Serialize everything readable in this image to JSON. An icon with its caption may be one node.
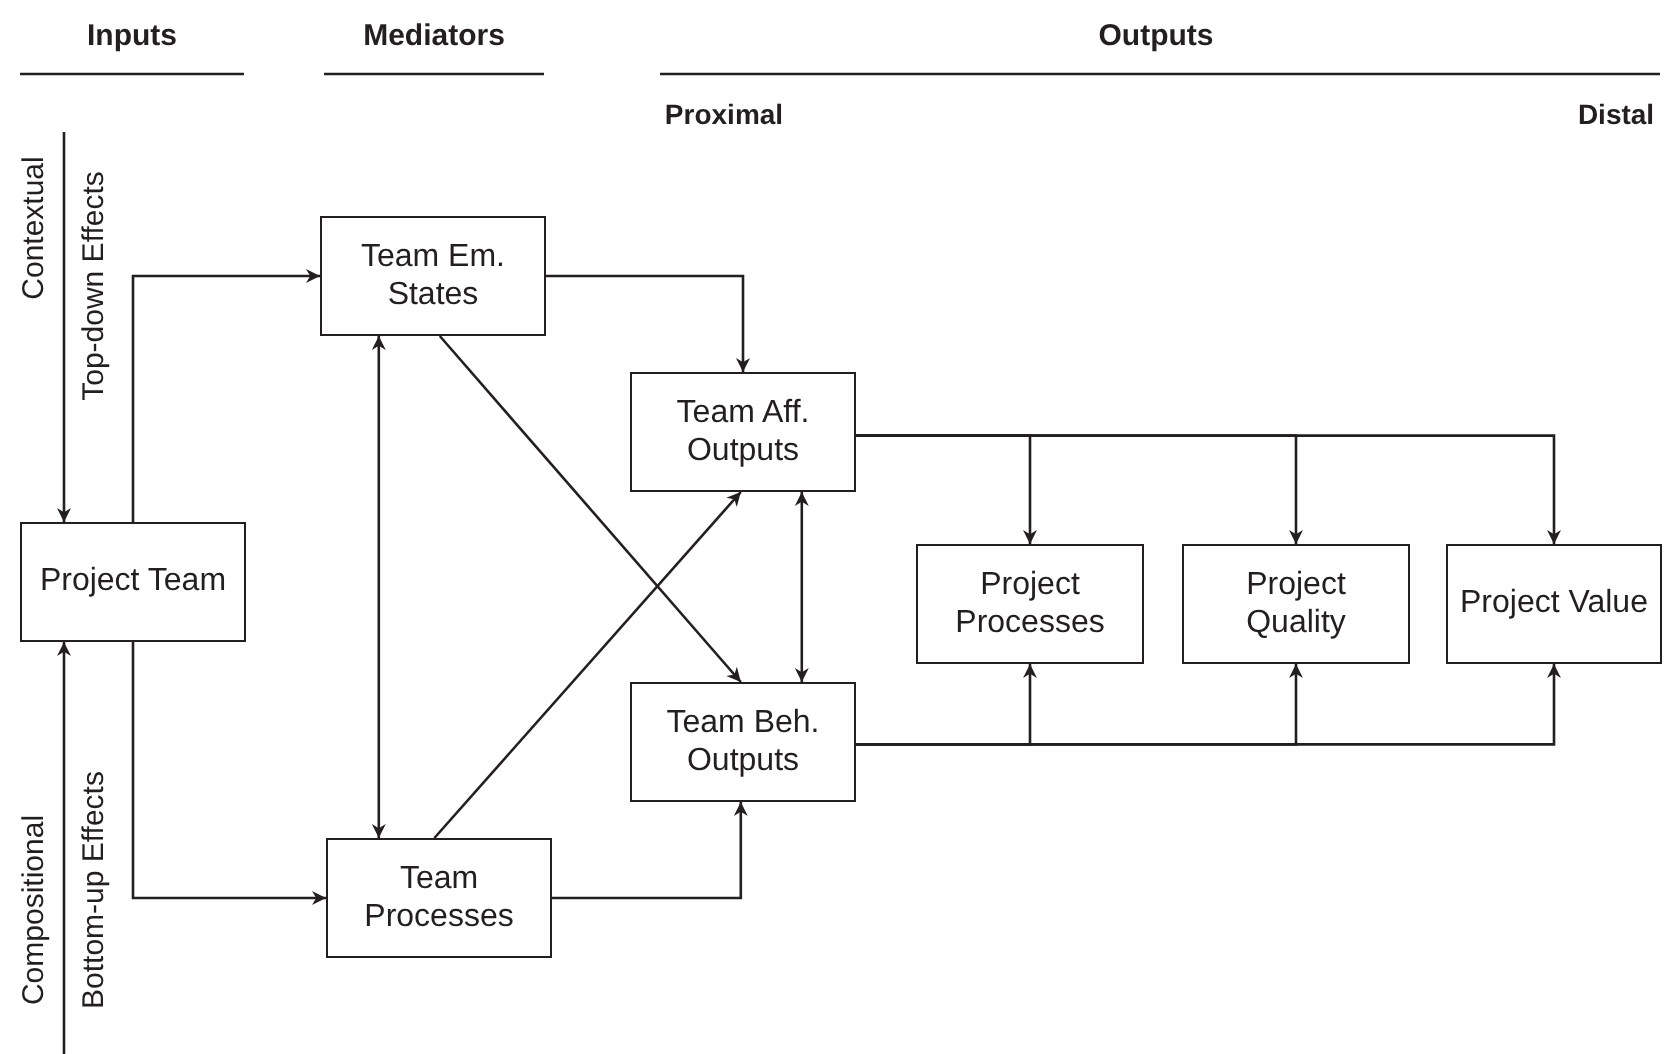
{
  "diagram": {
    "nodes": [
      {
        "text": [
          "Project Team"
        ]
      },
      {
        "text": [
          "Team Em. States"
        ]
      },
      {
        "text": [
          "Team Processes"
        ]
      },
      {
        "text": [
          "Team Aff. Outputs"
        ]
      },
      {
        "text": [
          "Team Beh. Outputs"
        ]
      },
      {
        "text": [
          "Project Processes"
        ]
      },
      {
        "text": [
          "Project Quality"
        ]
      },
      {
        "text": [
          "Project Value"
        ]
      }
    ],
    "edges": [
      {
        "from": null,
        "to": 0,
        "arrow": "to"
      },
      {
        "from": null,
        "to": 0,
        "arrow": "to"
      },
      {
        "from": 0,
        "to": 1,
        "arrow": "to"
      },
      {
        "from": 0,
        "to": 2,
        "arrow": "to"
      },
      {
        "from": 1,
        "to": 2,
        "arrow": "both"
      },
      {
        "from": 1,
        "to": 3,
        "arrow": "to"
      },
      {
        "from": 1,
        "to": 4,
        "arrow": "to"
      },
      {
        "from": 2,
        "to": 3,
        "arrow": "to"
      },
      {
        "from": 3,
        "to": 4,
        "arrow": "both"
      },
      {
        "from": 2,
        "to": 4,
        "arrow": "to"
      },
      {
        "from": 3,
        "to": 5,
        "arrow": "to"
      },
      {
        "from": 3,
        "to": 6,
        "arrow": "to"
      },
      {
        "from": 3,
        "to": 7,
        "arrow": "to"
      },
      {
        "from": 4,
        "to": 5,
        "arrow": "to"
      },
      {
        "from": 4,
        "to": 6,
        "arrow": "to"
      },
      {
        "from": 4,
        "to": 7,
        "arrow": "to"
      }
    ],
    "labels": [
      "Inputs",
      "Mediators",
      "Outputs",
      "Proximal",
      "Distal",
      "Contextual",
      "Top-down Effects",
      "Compositional",
      "Bottom-up Effects"
    ]
  }
}
